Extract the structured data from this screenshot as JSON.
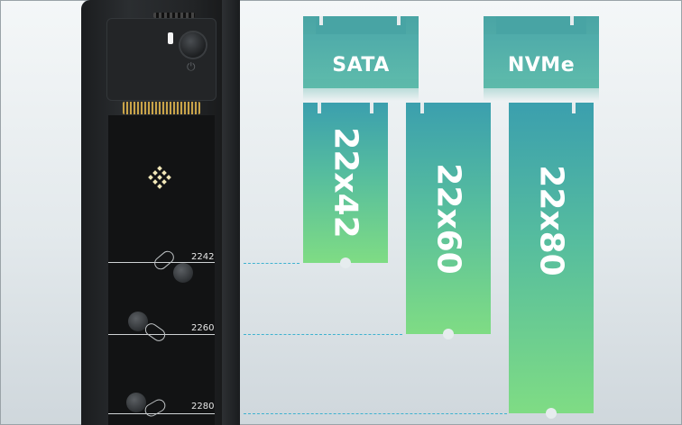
{
  "enclosure": {
    "scale_labels": [
      "2242",
      "2260",
      "2280"
    ]
  },
  "interfaces": [
    {
      "label": "SATA"
    },
    {
      "label": "NVMe"
    }
  ],
  "sizes": [
    {
      "label": "22x42"
    },
    {
      "label": "22x60"
    },
    {
      "label": "22x80"
    }
  ],
  "colors": {
    "tab": "#4aa5a5",
    "stick_top": "#3b9fae",
    "stick_bottom": "#7fdc84",
    "leader": "#3fb2cf",
    "enclosure": "#1b1d1f"
  },
  "icons": [
    "power-icon",
    "led-indicator",
    "brand-logo-icon"
  ]
}
